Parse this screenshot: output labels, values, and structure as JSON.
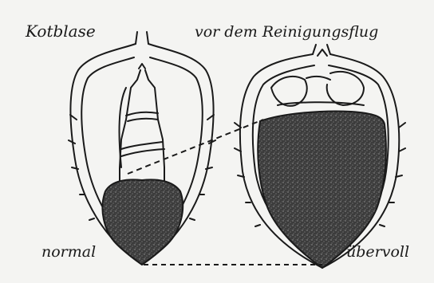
{
  "figure": {
    "label_top_left": "Kotblase",
    "label_top_right": "vor dem Reinigungsflug",
    "label_bottom_left": "normal",
    "label_bottom_right": "übervoll"
  },
  "colors": {
    "paper": "#f4f4f2",
    "ink": "#1a1a1a",
    "stipple_fill": "#4a4a4a"
  },
  "icons": {
    "left_abdomen": "bee-abdomen-normal-icon",
    "right_abdomen": "bee-abdomen-overfull-icon"
  }
}
